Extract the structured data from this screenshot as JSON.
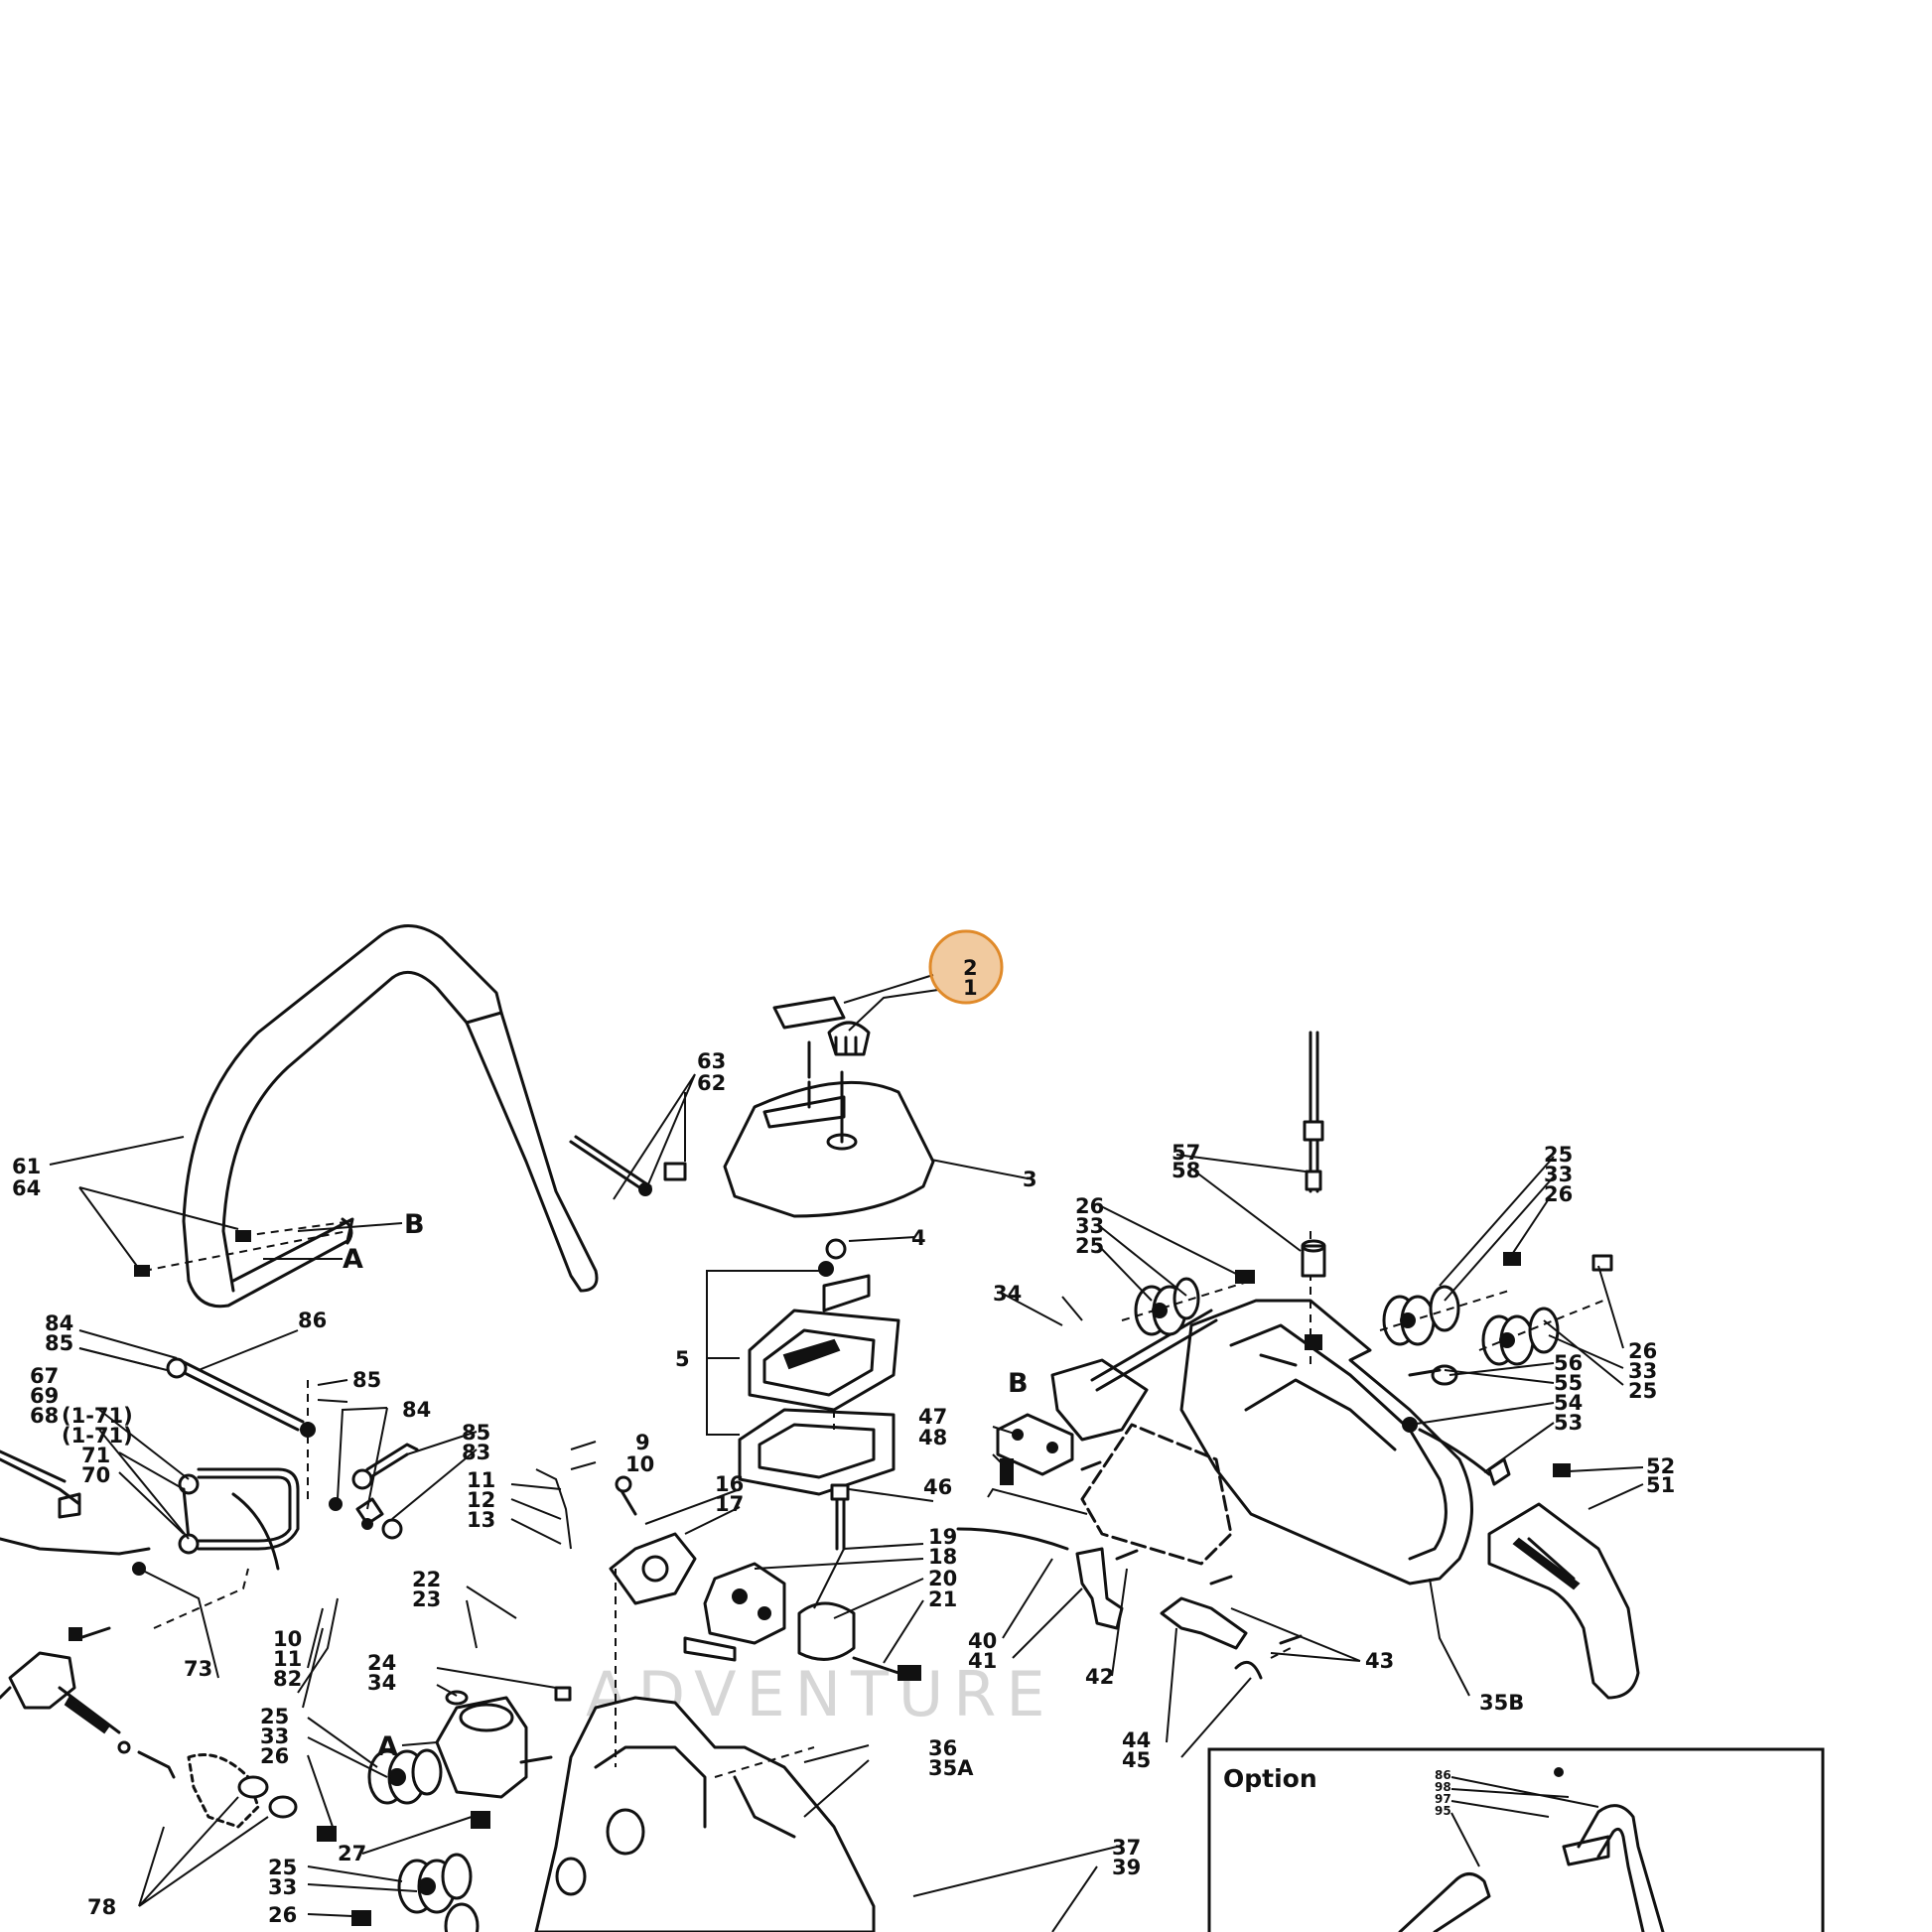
{
  "diagram": {
    "highlight": {
      "color": "#e08a2a",
      "labels": [
        "2",
        "1"
      ]
    },
    "watermark": "ADVENTURE",
    "option_box": {
      "title": "Option",
      "labels": [
        "86",
        "98",
        "97",
        "95"
      ]
    },
    "labels": {
      "l1": "1",
      "l2": "2",
      "l3": "3",
      "l4": "4",
      "l5": "5",
      "l9": "9",
      "l10a": "10",
      "l10b": "10",
      "l11a": "11",
      "l11b": "11",
      "l12": "12",
      "l13": "13",
      "l16": "16",
      "l17": "17",
      "l18": "18",
      "l19": "19",
      "l20": "20",
      "l21": "21",
      "l22": "22",
      "l23": "23",
      "l24": "24",
      "l25a": "25",
      "l25b": "25",
      "l25c": "25",
      "l25d": "25",
      "l25e": "25",
      "l26a": "26",
      "l26b": "26",
      "l26c": "26",
      "l26d": "26",
      "l26e": "26",
      "l27": "27",
      "l33a": "33",
      "l33b": "33",
      "l33c": "33",
      "l33d": "33",
      "l33e": "33",
      "l34a": "34",
      "l34b": "34",
      "l35A": "35A",
      "l35B": "35B",
      "l36": "36",
      "l37": "37",
      "l39": "39",
      "l40": "40",
      "l41": "41",
      "l42": "42",
      "l43": "43",
      "l44": "44",
      "l45": "45",
      "l46": "46",
      "l47": "47",
      "l48": "48",
      "l51": "51",
      "l52": "52",
      "l53": "53",
      "l54": "54",
      "l55": "55",
      "l56": "56",
      "l57": "57",
      "l58": "58",
      "l61": "61",
      "l62": "62",
      "l63": "63",
      "l64": "64",
      "l67": "67",
      "l68": "68",
      "l69": "69",
      "l70": "70",
      "l71": "71",
      "l71p1": "(1-71)",
      "l71p2": "(1-71)",
      "l73": "73",
      "l78": "78",
      "l82": "82",
      "l83": "83",
      "l84a": "84",
      "l84b": "84",
      "l85a": "85",
      "l85b": "85",
      "l85c": "85",
      "l86": "86",
      "lA1": "A",
      "lA2": "A",
      "lB1": "B",
      "lB2": "B"
    }
  }
}
